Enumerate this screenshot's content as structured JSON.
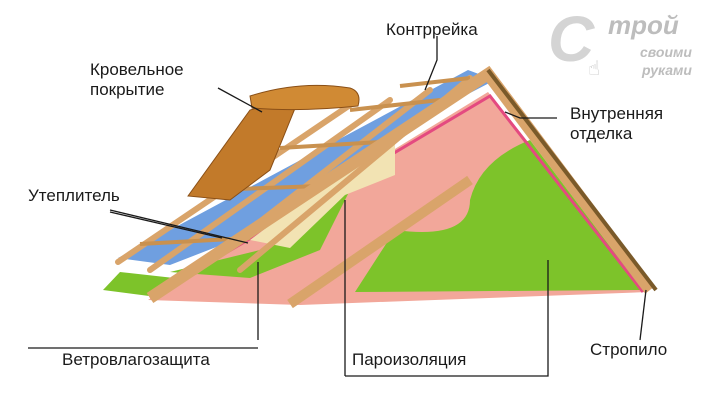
{
  "labels": {
    "roof_covering": "Кровельное покрытие",
    "counter_batten": "Контррейка",
    "inner_finish": "Внутренняя отделка",
    "insulation": "Утеплитель",
    "wind_moisture_barrier": "Ветровлагозащита",
    "vapor_barrier": "Пароизоляция",
    "rafter": "Стропило"
  },
  "logo": {
    "letter": "С",
    "word1": "трой",
    "word2": "своими",
    "word3": "руками"
  },
  "colors": {
    "tile": "#c27a2a",
    "membrane_blue": "#6f9fe0",
    "wood": "#d9a46a",
    "inner_pink": "#f2a79a",
    "inner_green": "#7dc32a",
    "vapor_line": "#e44a80",
    "rafter_dark": "#7a5a2a"
  }
}
